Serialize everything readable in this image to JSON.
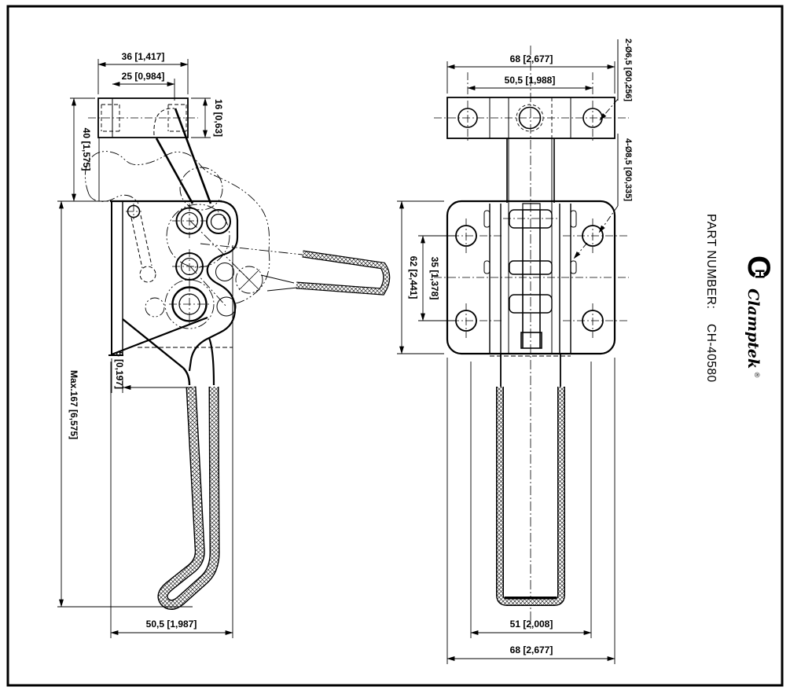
{
  "drawing": {
    "part_number_label": "PART NUMBER:",
    "part_number": "CH-40580",
    "brand": {
      "initial": "C",
      "initial_inner": "H",
      "name": "Clamptek",
      "registered": "®"
    },
    "colors": {
      "line": "#000000",
      "background": "#ffffff"
    }
  },
  "side_view": {
    "dimensions": {
      "keeper_width": "36 [1,417]",
      "keeper_hole_spacing": "25 [0,984]",
      "keeper_height": "16 [0,63]",
      "keeper_offset": "40 [1,575]",
      "max_length": "Max.167 [6,575]",
      "base_thickness": "5 [0,197]",
      "base_depth": "50,5 [1,987]"
    }
  },
  "front_view": {
    "dimensions": {
      "overall_width_top": "68 [2,677]",
      "top_hole_spacing": "50,5 [1,988]",
      "top_holes_note": "2-Ø6,5 [Ø0,256]",
      "plate_holes_note": "4-Ø8,5 [Ø0,335]",
      "plate_hole_spacing": "35 [1,378]",
      "plate_height": "62 [2,441]",
      "grip_span": "51 [2,008]",
      "overall_width_bottom": "68 [2,677]"
    }
  }
}
